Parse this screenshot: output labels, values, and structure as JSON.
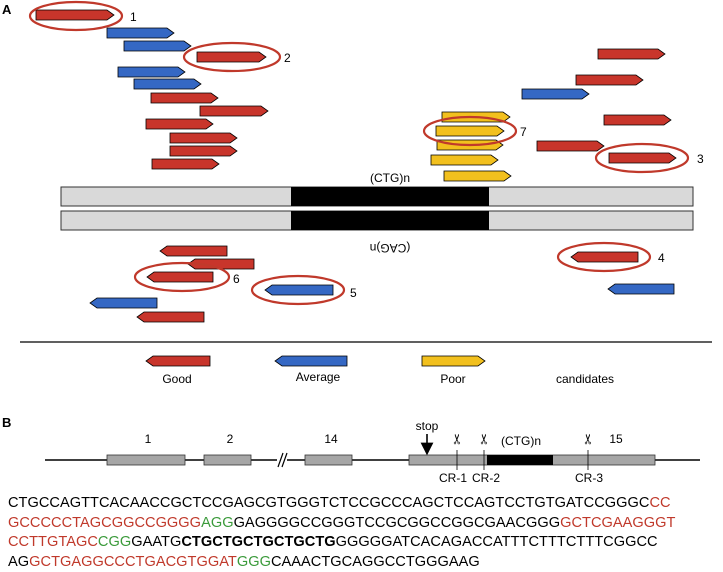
{
  "panel_a": {
    "label": "A",
    "repeat_top": "(CTG)n",
    "repeat_bottom": "(CAG)n",
    "callouts": [
      "1",
      "2",
      "3",
      "4",
      "5",
      "6",
      "7"
    ],
    "legend": {
      "good": "Good",
      "average": "Average",
      "poor": "Poor",
      "candidates": "candidates"
    }
  },
  "panel_b": {
    "label": "B",
    "exons": [
      "1",
      "2",
      "14",
      "15"
    ],
    "stop": "stop",
    "repeat": "(CTG)n",
    "cut_sites": [
      "CR-1",
      "CR-2",
      "CR-3"
    ],
    "sequence_lines": [
      [
        {
          "t": "CTGCCAGTTCACAACCGCTCCGAGCGTGGGTCTCCGCCCAGCTCCAGTCCTGTGATCCGGGC",
          "c": ""
        },
        {
          "t": "CC",
          "c": "red"
        }
      ],
      [
        {
          "t": "GCCCCCTAGCGGCCGGGG",
          "c": "red"
        },
        {
          "t": "AGG",
          "c": "green"
        },
        {
          "t": "GAGGGGCCGGGTCCGCGGCCGGCGAACGGG",
          "c": ""
        },
        {
          "t": "GCTCGAAGGGT",
          "c": "red"
        }
      ],
      [
        {
          "t": "CCTTGTAGC",
          "c": "red"
        },
        {
          "t": "CGG",
          "c": "green"
        },
        {
          "t": "GAATG",
          "c": ""
        },
        {
          "t": "CTGCTGCTGCTGCTG",
          "c": "bold"
        },
        {
          "t": "GGGGGATCACAGACCATTTCTTTCTTTCGGCC",
          "c": ""
        }
      ],
      [
        {
          "t": "AG",
          "c": ""
        },
        {
          "t": "GCTGAGGCCCTGACGTGGAT",
          "c": "red"
        },
        {
          "t": "GGG",
          "c": "green"
        },
        {
          "t": "CAAACTGCAGGCCTGGGAAG",
          "c": ""
        }
      ]
    ]
  },
  "colors": {
    "good": "#c8352b",
    "average": "#3568c4",
    "poor": "#f2c01e",
    "highlight_ring": "#c0392b",
    "repeat_block": "#000000",
    "gene_bar": "#d9d9d9",
    "exon": "#a6a6a6",
    "seq_red": "#c0392b",
    "seq_green": "#3a9a3a"
  }
}
